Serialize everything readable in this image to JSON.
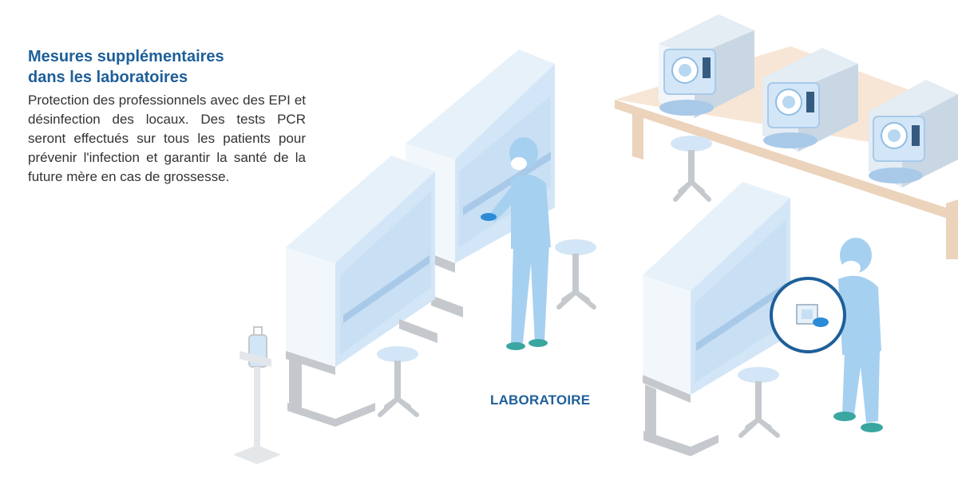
{
  "info": {
    "title_line1": "Mesures supplémentaires",
    "title_line2": "dans les laboratoires",
    "body": "Protection des professionnels avec des EPI et désinfection des locaux. Des tests PCR seront effectués sur tous les patients pour prévenir l'infection et garantir la santé de la future mère en cas de grossesse."
  },
  "scene": {
    "label": "LABORATOIRE",
    "colors": {
      "primary": "#1e5f99",
      "equipment": "#d3e6f7",
      "equipment_dark": "#a9c9e8",
      "scrubs": "#a6d0f0",
      "bench": "#f7e6d6",
      "steel": "#c5c9cd",
      "glove": "#2c8bd6",
      "shoe": "#3aa6a0"
    },
    "icons": [
      "hand-sanitizer-icon",
      "magnifier-circle-icon"
    ]
  }
}
